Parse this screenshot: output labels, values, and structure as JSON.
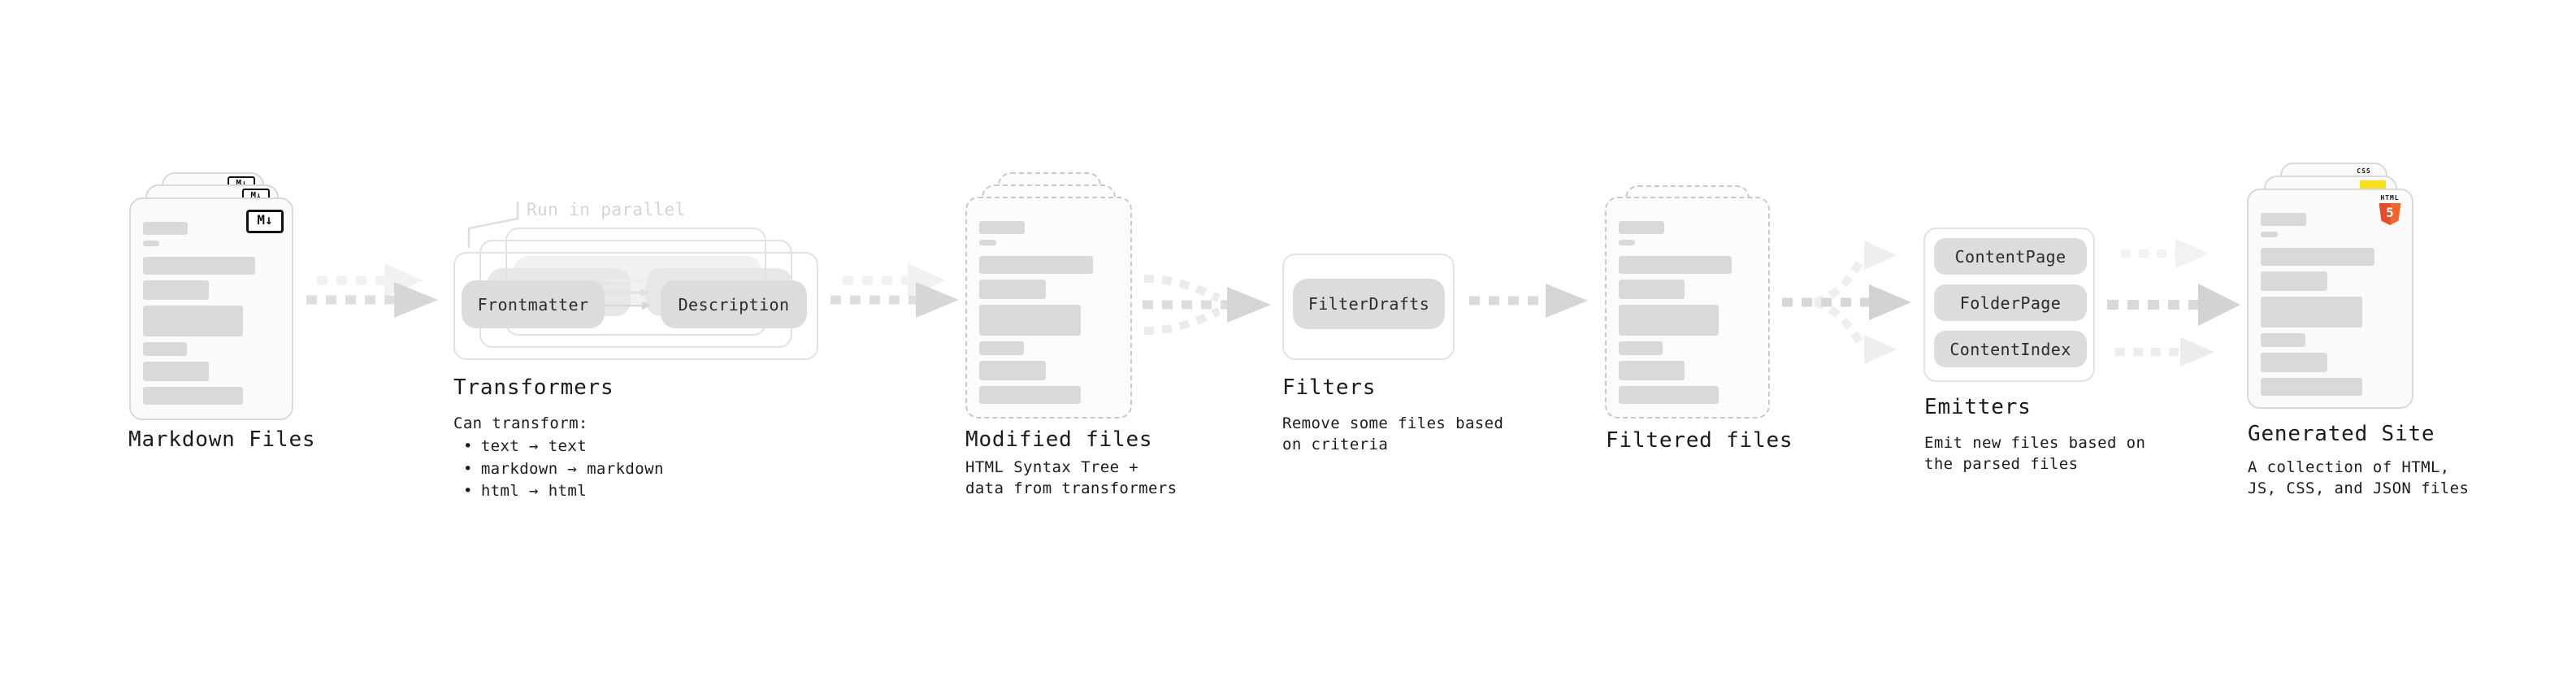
{
  "stages": {
    "markdown": {
      "title": "Markdown Files"
    },
    "transformers": {
      "title": "Transformers",
      "annotation": "Run in parallel",
      "pill_left": "Frontmatter",
      "pill_right": "Description",
      "desc_heading": "Can transform:",
      "bullet_char": "•",
      "bullets": [
        "text → text",
        "markdown → markdown",
        "html → html"
      ]
    },
    "modified": {
      "title": "Modified files",
      "subtitle1": "HTML Syntax Tree +",
      "subtitle2": "data from transformers"
    },
    "filters": {
      "title": "Filters",
      "pill": "FilterDrafts",
      "subtitle1": "Remove some files based",
      "subtitle2": "on criteria"
    },
    "filtered": {
      "title": "Filtered files"
    },
    "emitters": {
      "title": "Emitters",
      "pills": [
        "ContentPage",
        "FolderPage",
        "ContentIndex"
      ],
      "subtitle1": "Emit new files based on",
      "subtitle2": "the parsed files"
    },
    "generated": {
      "title": "Generated Site",
      "subtitle1": "A collection of HTML,",
      "subtitle2": "JS, CSS, and JSON files"
    }
  },
  "icons": {
    "markdown": "M↓",
    "html5_word": "HTML",
    "html5_digit": "5",
    "css_word": "CSS"
  },
  "colors": {
    "html5_orange": "#e44d26",
    "js_yellow": "#f7df1e",
    "css_blue": "#2062af",
    "card_border": "#d9d9d9",
    "pill_gray": "#dcdcdc",
    "arrow_gray": "#d6d6d6",
    "annotation_gray": "#d4d4d4"
  }
}
